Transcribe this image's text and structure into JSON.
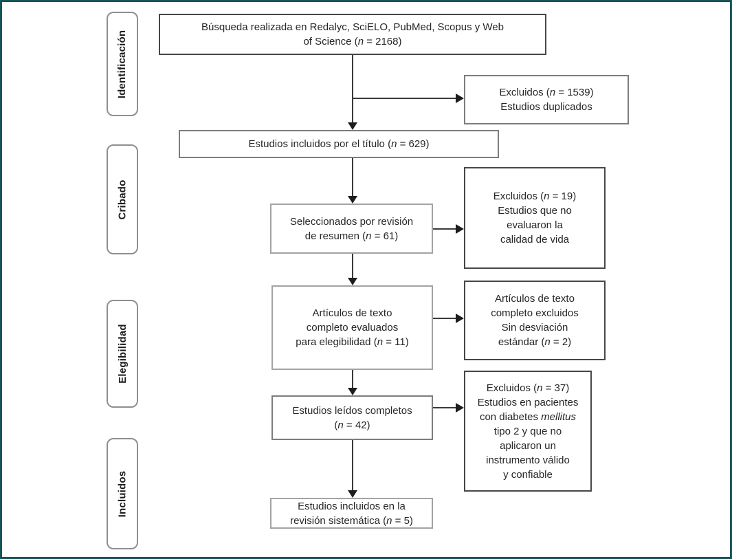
{
  "figure": {
    "type": "prisma-flow-diagram",
    "language": "es",
    "frame_border_color": "#175559",
    "background_color": "#ffffff",
    "arrow_color": "#1d1d1d"
  },
  "stages": [
    {
      "id": "identificacion",
      "label": "Identificación"
    },
    {
      "id": "cribado",
      "label": "Cribado"
    },
    {
      "id": "elegibilidad",
      "label": "Elegibilidad"
    },
    {
      "id": "incluidos",
      "label": "Incluidos"
    }
  ],
  "flow_boxes": [
    {
      "id": "search",
      "count": 2168,
      "lines": [
        [
          {
            "text": "Búsqueda realizada en Redalyc, SciELO, PubMed, Scopus y Web"
          }
        ],
        [
          {
            "text": "of Science ("
          },
          {
            "text": "n",
            "italic": true
          },
          {
            "text": " = 2168)"
          }
        ]
      ]
    },
    {
      "id": "included-by-title",
      "count": 629,
      "lines": [
        [
          {
            "text": "Estudios incluidos por el título ("
          },
          {
            "text": "n",
            "italic": true
          },
          {
            "text": " = 629)"
          }
        ]
      ]
    },
    {
      "id": "selected-by-abstract-review",
      "count": 61,
      "lines": [
        [
          {
            "text": "Seleccionados por revisión"
          }
        ],
        [
          {
            "text": "de resumen ("
          },
          {
            "text": "n",
            "italic": true
          },
          {
            "text": " = 61)"
          }
        ]
      ]
    },
    {
      "id": "fulltext-assessed-for-eligibility",
      "count": 11,
      "lines": [
        [
          {
            "text": "Artículos de texto"
          }
        ],
        [
          {
            "text": "completo evaluados"
          }
        ],
        [
          {
            "text": "para elegibilidad ("
          },
          {
            "text": "n",
            "italic": true
          },
          {
            "text": " = 11)"
          }
        ]
      ]
    },
    {
      "id": "studies-read-complete",
      "count": 42,
      "lines": [
        [
          {
            "text": "Estudios leídos completos"
          }
        ],
        [
          {
            "text": "("
          },
          {
            "text": "n",
            "italic": true
          },
          {
            "text": " = 42)"
          }
        ]
      ]
    },
    {
      "id": "included-in-systematic-review",
      "count": 5,
      "lines": [
        [
          {
            "text": "Estudios incluidos en la"
          }
        ],
        [
          {
            "text": "revisión sistemática ("
          },
          {
            "text": "n",
            "italic": true
          },
          {
            "text": " = 5)"
          }
        ]
      ]
    }
  ],
  "excluded_boxes": [
    {
      "id": "excluded-duplicates",
      "count": 1539,
      "lines": [
        [
          {
            "text": "Excluidos ("
          },
          {
            "text": "n",
            "italic": true
          },
          {
            "text": " = 1539)"
          }
        ],
        [
          {
            "text": "Estudios duplicados"
          }
        ]
      ]
    },
    {
      "id": "excluded-no-quality-of-life",
      "count": 19,
      "lines": [
        [
          {
            "text": "Excluidos ("
          },
          {
            "text": "n",
            "italic": true
          },
          {
            "text": " = 19)"
          }
        ],
        [
          {
            "text": "Estudios que no"
          }
        ],
        [
          {
            "text": "evaluaron la"
          }
        ],
        [
          {
            "text": "calidad de vida"
          }
        ]
      ]
    },
    {
      "id": "excluded-no-standard-deviation",
      "count": 2,
      "lines": [
        [
          {
            "text": "Artículos de texto"
          }
        ],
        [
          {
            "text": "completo excluidos"
          }
        ],
        [
          {
            "text": "Sin desviación"
          }
        ],
        [
          {
            "text": "estándar ("
          },
          {
            "text": "n",
            "italic": true
          },
          {
            "text": " = 2)"
          }
        ]
      ]
    },
    {
      "id": "excluded-invalid-instrument",
      "count": 37,
      "lines": [
        [
          {
            "text": "Excluidos ("
          },
          {
            "text": "n",
            "italic": true
          },
          {
            "text": " = 37)"
          }
        ],
        [
          {
            "text": "Estudios en pacientes"
          }
        ],
        [
          {
            "text": "con diabetes "
          },
          {
            "text": "mellitus",
            "italic": true
          }
        ],
        [
          {
            "text": "tipo 2 y que no"
          }
        ],
        [
          {
            "text": "aplicaron un"
          }
        ],
        [
          {
            "text": "instrumento válido"
          }
        ],
        [
          {
            "text": "y confiable"
          }
        ]
      ]
    }
  ]
}
